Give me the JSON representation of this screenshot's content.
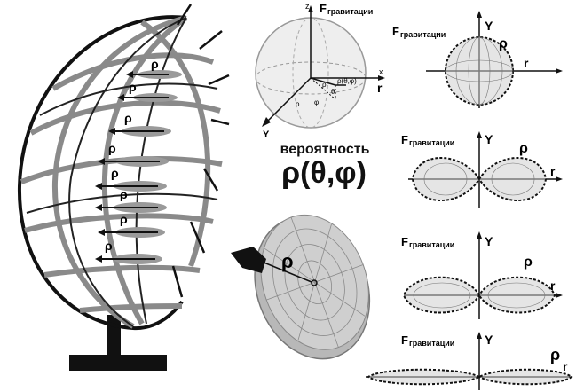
{
  "labels": {
    "rho": "ρ",
    "theta": "θ",
    "phi": "φ",
    "x": "x",
    "y": "Y",
    "z": "z",
    "r": "r",
    "f_grav": "F",
    "f_grav_sub": "гравитации",
    "point_coords": "ρ(θ,φ)",
    "probability": "вероятность",
    "probability_formula": "ρ(θ,φ)",
    "origin_o": "o",
    "sphere_y": "Y"
  },
  "colors": {
    "ink": "#111111",
    "grid_gray": "#8a8a8a",
    "sphere_fill": "#eeeeee",
    "disk_fill": "#b8b8b8",
    "petal_fill": "#9a9a9a"
  },
  "icons": {
    "arrow": "black-arrow-icon",
    "stand": "stand-icon"
  }
}
